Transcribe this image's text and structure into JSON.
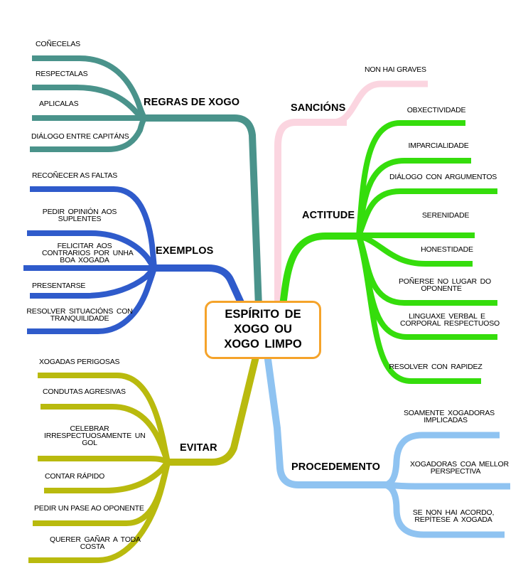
{
  "center": {
    "lines": [
      "ESPÍRITO DE",
      "XOGO OU",
      "XOGO LIMPO"
    ],
    "border_color": "#F5A32A"
  },
  "branches": {
    "regras_de_xogo": {
      "label": "REGRAS DE XOGO",
      "color": "#4A938B",
      "leaves": [
        [
          "COÑECELAS"
        ],
        [
          "RESPECTALAS"
        ],
        [
          "APLICALAS"
        ],
        [
          "DIÁLOGO ENTRE CAPITÁNS"
        ]
      ]
    },
    "sancions": {
      "label": "SANCIÓNS",
      "color": "#FBD5E0",
      "leaves": [
        [
          "NON HAI GRAVES"
        ]
      ]
    },
    "exemplos": {
      "label": "EXEMPLOS",
      "color": "#2F5BCB",
      "leaves": [
        [
          "RECOÑECER AS FALTAS"
        ],
        [
          "PEDIR OPINIÓN AOS",
          "SUPLENTES"
        ],
        [
          "FELICITAR AOS",
          "CONTRARIOS POR UNHA",
          "BOA XOGADA"
        ],
        [
          "PRESENTARSE"
        ],
        [
          "RESOLVER SITUACIÓNS CON",
          "TRANQUILIDADE"
        ]
      ]
    },
    "actitude": {
      "label": "ACTITUDE",
      "color": "#35DD0C",
      "leaves": [
        [
          "OBXECTIVIDADE"
        ],
        [
          "IMPARCIALIDADE"
        ],
        [
          "DIÁLOGO CON ARGUMENTOS"
        ],
        [
          "SERENIDADE"
        ],
        [
          "HONESTIDADE"
        ],
        [
          "POÑERSE NO LUGAR DO",
          "OPONENTE"
        ],
        [
          "LINGUAXE VERBAL E",
          "CORPORAL RESPECTUOSO"
        ],
        [
          "RESOLVER CON RAPIDEZ"
        ]
      ]
    },
    "evitar": {
      "label": "EVITAR",
      "color": "#B9BA0E",
      "leaves": [
        [
          "XOGADAS PERIGOSAS"
        ],
        [
          "CONDUTAS AGRESIVAS"
        ],
        [
          "CELEBRAR",
          "IRRESPECTUOSAMENTE UN",
          "GOL"
        ],
        [
          "CONTAR RÁPIDO"
        ],
        [
          "PEDIR UN PASE AO OPONENTE"
        ],
        [
          "QUERER GAÑAR A TODA",
          "COSTA"
        ]
      ]
    },
    "procedemento": {
      "label": "PROCEDEMENTO",
      "color": "#8FC3F1",
      "leaves": [
        [
          "SOAMENTE XOGADORAS",
          "IMPLICADAS"
        ],
        [
          "XOGADORAS COA MELLOR",
          "PERSPECTIVA"
        ],
        [
          "SE NON HAI ACORDO,",
          "REPÍTESE A XOGADA"
        ]
      ]
    }
  }
}
